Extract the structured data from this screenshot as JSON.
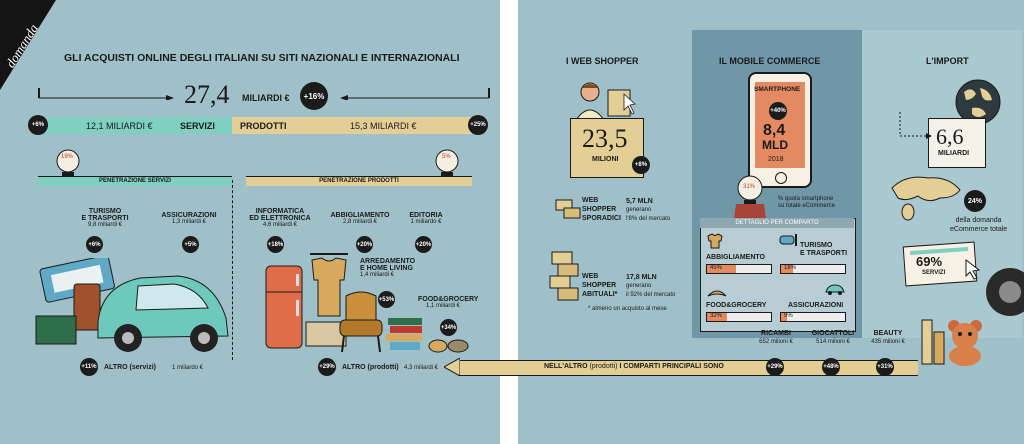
{
  "left": {
    "tab": "domanda",
    "title": "GLI ACQUISTI ONLINE DEGLI ITALIANI SU SITI NAZIONALI E INTERNAZIONALI",
    "total_value": "27,4",
    "total_unit": "MILIARDI €",
    "total_growth": "+16%",
    "servizi": {
      "growth": "+6%",
      "value": "12,1 MILIARDI €",
      "label": "SERVIZI",
      "penetration": "19%",
      "penetration_label": "PENETRAZIONE SERVIZI"
    },
    "prodotti": {
      "growth": "+25%",
      "value": "15,3 MILIARDI €",
      "label": "PRODOTTI",
      "penetration": "5%",
      "penetration_label": "PENETRAZIONE PRODOTTI"
    },
    "categories": [
      {
        "name1": "TURISMO",
        "name2": "E TRASPORTI",
        "value": "9,8 miliardi €",
        "growth": "+6%"
      },
      {
        "name1": "ASSICURAZIONI",
        "name2": "",
        "value": "1,3 miliardi €",
        "growth": "+5%"
      },
      {
        "name1": "INFORMATICA",
        "name2": "ED ELETTRONICA",
        "value": "4,6 miliardi €",
        "growth": "+18%"
      },
      {
        "name1": "ABBIGLIAMENTO",
        "name2": "",
        "value": "2,8 miliardi €",
        "growth": "+20%"
      },
      {
        "name1": "EDITORIA",
        "name2": "",
        "value": "1 miliardo €",
        "growth": "+20%"
      },
      {
        "name1": "ARREDAMENTO",
        "name2": "E HOME LIVING",
        "value": "1,4 miliardi €",
        "growth": "+53%"
      },
      {
        "name1": "FOOD&GROCERY",
        "name2": "",
        "value": "1,1 miliardi €",
        "growth": "+34%"
      }
    ],
    "altro_servizi": {
      "growth": "+11%",
      "label": "ALTRO (servizi)",
      "value": "1 miliardo €"
    },
    "altro_prodotti": {
      "growth": "+29%",
      "label": "ALTRO (prodotti)",
      "value": "4,3 miliardi €"
    }
  },
  "right": {
    "web": {
      "title": "I WEB SHOPPER",
      "value": "23,5",
      "unit": "MILIONI",
      "growth": "+8%",
      "sporadici": {
        "label1": "WEB",
        "label2": "SHOPPER",
        "label3": "SPORADICI",
        "value": "5,7 MLN",
        "sub": "generano",
        "share": "l'8% del mercato"
      },
      "abituali": {
        "label1": "WEB",
        "label2": "SHOPPER",
        "label3": "ABITUALI*",
        "value": "17,8 MLN",
        "sub": "generano",
        "share": "il 92% del mercato"
      },
      "footnote": "* almeno un acquisto al mese"
    },
    "mobile": {
      "title": "IL MOBILE COMMERCE",
      "screen_label": "SMARTPHONE",
      "growth": "+40%",
      "value": "8,4",
      "unit": "MLD",
      "year": "2018",
      "share": "31%",
      "share_note1": "% quota smartphone",
      "share_note2": "su totale eCommerce",
      "detail_title": "DETTAGLIO PER COMPARTO",
      "items": [
        {
          "name": "ABBIGLIAMENTO",
          "value": "45%",
          "pct": 45
        },
        {
          "name": "TURISMO",
          "name2": "E TRASPORTI",
          "value": "18%",
          "pct": 18
        },
        {
          "name": "FOOD&GROCERY",
          "value": "32%",
          "pct": 32
        },
        {
          "name": "ASSICURAZIONI",
          "value": "9%",
          "pct": 9
        }
      ]
    },
    "import": {
      "title": "L'IMPORT",
      "value": "6,6",
      "unit": "MILIARDI",
      "share": "24%",
      "note1": "della domanda",
      "note2": "eCommerce totale",
      "services_value": "69%",
      "services_label": "SERVIZI"
    },
    "ribbon": {
      "text_a": "NELL'ALTRO",
      "text_b": "(prodotti)",
      "text_c": "I COMPARTI PRINCIPALI SONO",
      "items": [
        {
          "name": "RICAMBI",
          "value": "652 milioni €",
          "growth": "+29%"
        },
        {
          "name": "GIOCATTOLI",
          "value": "514 milioni €",
          "growth": "+48%"
        },
        {
          "name": "BEAUTY",
          "value": "435 milioni €",
          "growth": "+31%"
        }
      ]
    }
  }
}
